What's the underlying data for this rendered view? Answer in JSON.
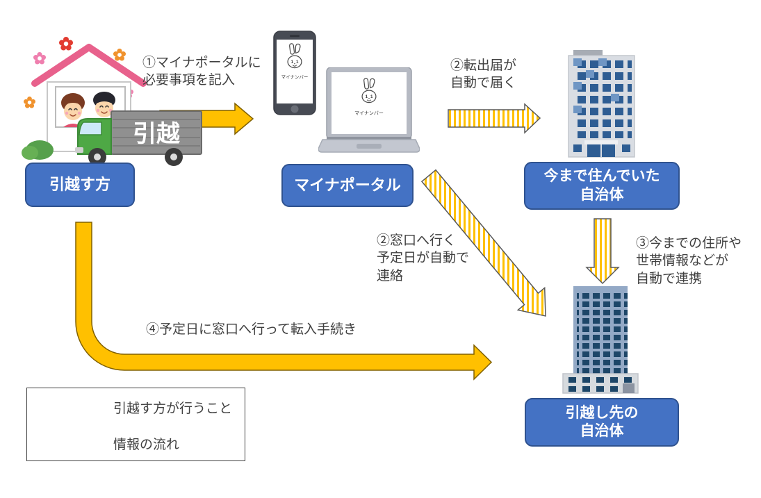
{
  "nodes": {
    "mover": {
      "label": "引越す方"
    },
    "portal": {
      "label": "マイナポータル"
    },
    "old_city": {
      "line1": "今まで住んでいた",
      "line2": "自治体"
    },
    "new_city": {
      "line1": "引越し先の",
      "line2": "自治体"
    }
  },
  "steps": {
    "step1": {
      "line1": "①マイナポータルに",
      "line2": "必要事項を記入"
    },
    "step2_out": {
      "line1": "②転出届が",
      "line2": "自動で届く"
    },
    "step2_window": {
      "line1": "②窓口へ行く",
      "line2": "予定日が自動で",
      "line3": "連絡"
    },
    "step3": {
      "line1": "③今までの住所や",
      "line2": "世帯情報などが",
      "line3": "自動で連携"
    },
    "step4": {
      "line1": "④予定日に窓口へ行って転入手続き"
    }
  },
  "legend": {
    "solid_label": "引越す方が行うこと",
    "striped_label": "情報の流れ"
  },
  "illustrations": {
    "truck_label": "引越",
    "phone_label": "マイナンバー",
    "laptop_label": "マイナンバー",
    "mascot_eye": "1"
  },
  "colors": {
    "box_fill": "#4472C4",
    "box_border": "#2F528F",
    "box_text": "#FFFFFF",
    "solid_arrow": "#FFC000",
    "solid_arrow_border": "#806000",
    "stripe_color": "#FFC000",
    "stripe_border": "#595959",
    "annotation_text": "#404040"
  }
}
